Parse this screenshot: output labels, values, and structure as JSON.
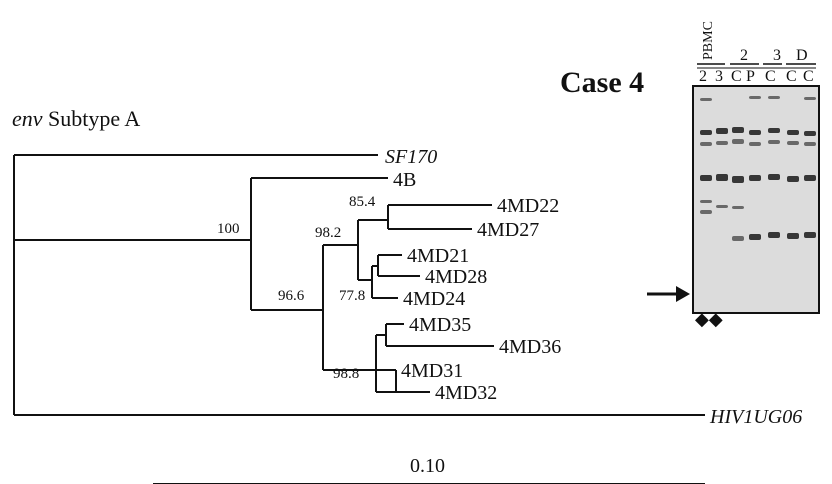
{
  "figure": {
    "title_italic": "env",
    "title_rest": " Subtype A",
    "case_label": "Case 4",
    "scale_label": "0.10"
  },
  "tree": {
    "taxa": [
      "SF170",
      "4B",
      "4MD22",
      "4MD27",
      "4MD21",
      "4MD28",
      "4MD24",
      "4MD35",
      "4MD36",
      "4MD31",
      "4MD32",
      "HIV1UG06"
    ],
    "bootstrap": [
      "100",
      "85.4",
      "98.2",
      "96.6",
      "77.8",
      "98.8"
    ]
  },
  "gel": {
    "group_labels": [
      "PBMC",
      "2",
      "3",
      "D"
    ],
    "lane_labels": [
      "2",
      "3",
      "C",
      "P",
      "C",
      "C",
      "C"
    ],
    "band_colors": {
      "background": "#dcdcdc",
      "band_dark": "#1a1a1a",
      "band_mid": "#555555"
    },
    "markers": "◆◆"
  }
}
